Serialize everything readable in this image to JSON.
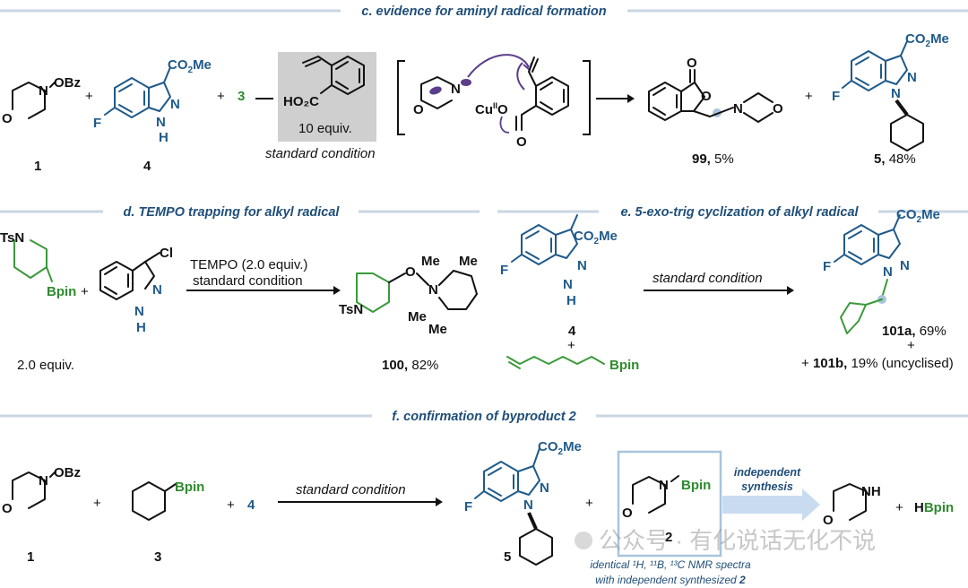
{
  "sections": {
    "c": {
      "title": "c. evidence for aminyl radical formation"
    },
    "d": {
      "title": "d. TEMPO trapping for alkyl radical"
    },
    "e": {
      "title": "e. 5-exo-trig cyclization of alkyl radical"
    },
    "f": {
      "title": "f. confirmation of byproduct 2"
    }
  },
  "c": {
    "label_1": "1",
    "label_4": "4",
    "plus": "+",
    "reagent_3": "3",
    "equiv": "10 equiv.",
    "condition": "standard condition",
    "product_99_num": "99,",
    "product_99_yield": "5%",
    "product_5_num": "5,",
    "product_5_yield": "48%"
  },
  "d": {
    "equiv": "2.0 equiv.",
    "reagent_line1": "TEMPO (2.0 equiv.)",
    "reagent_line2": "standard condition",
    "product_num": "100,",
    "product_yield": "82%"
  },
  "e": {
    "label_4": "4",
    "condition": "standard condition",
    "product_a_num": "101a,",
    "product_a_yield": "69%",
    "product_b_num": "101b,",
    "product_b_yield": "19% (uncyclised)"
  },
  "f": {
    "label_1": "1",
    "label_3": "3",
    "reagent_4": "4",
    "condition": "standard condition",
    "label_5": "5",
    "label_2": "2",
    "arrow_label_1": "independent",
    "arrow_label_2": "synthesis",
    "hbpin_h": "H",
    "hbpin_b": "Bpin",
    "note_line1": "identical ¹H, ¹¹B, ¹³C NMR spectra",
    "note_line2": "with independent synthesized",
    "note_line2_num": "2"
  },
  "atoms": {
    "OBz": "OBz",
    "N": "N",
    "O": "O",
    "NH": "NH",
    "H": "H",
    "F": "F",
    "CO2Me_main": "CO",
    "CO2Me_sub": "2",
    "CO2Me_end": "Me",
    "Cl": "Cl",
    "Bpin": "Bpin",
    "TsN": "TsN",
    "Me": "Me",
    "HO2C": "HO₂C",
    "Cu": "Cu",
    "CuII": "II"
  },
  "watermark": "公众号 · 有化说话无化不说",
  "colors": {
    "title": "#1f4e79",
    "indazole": "#1f5a8a",
    "boron": "#2e8b2e",
    "divider": "#c9d6e3",
    "highlight": "#a8c4de"
  }
}
